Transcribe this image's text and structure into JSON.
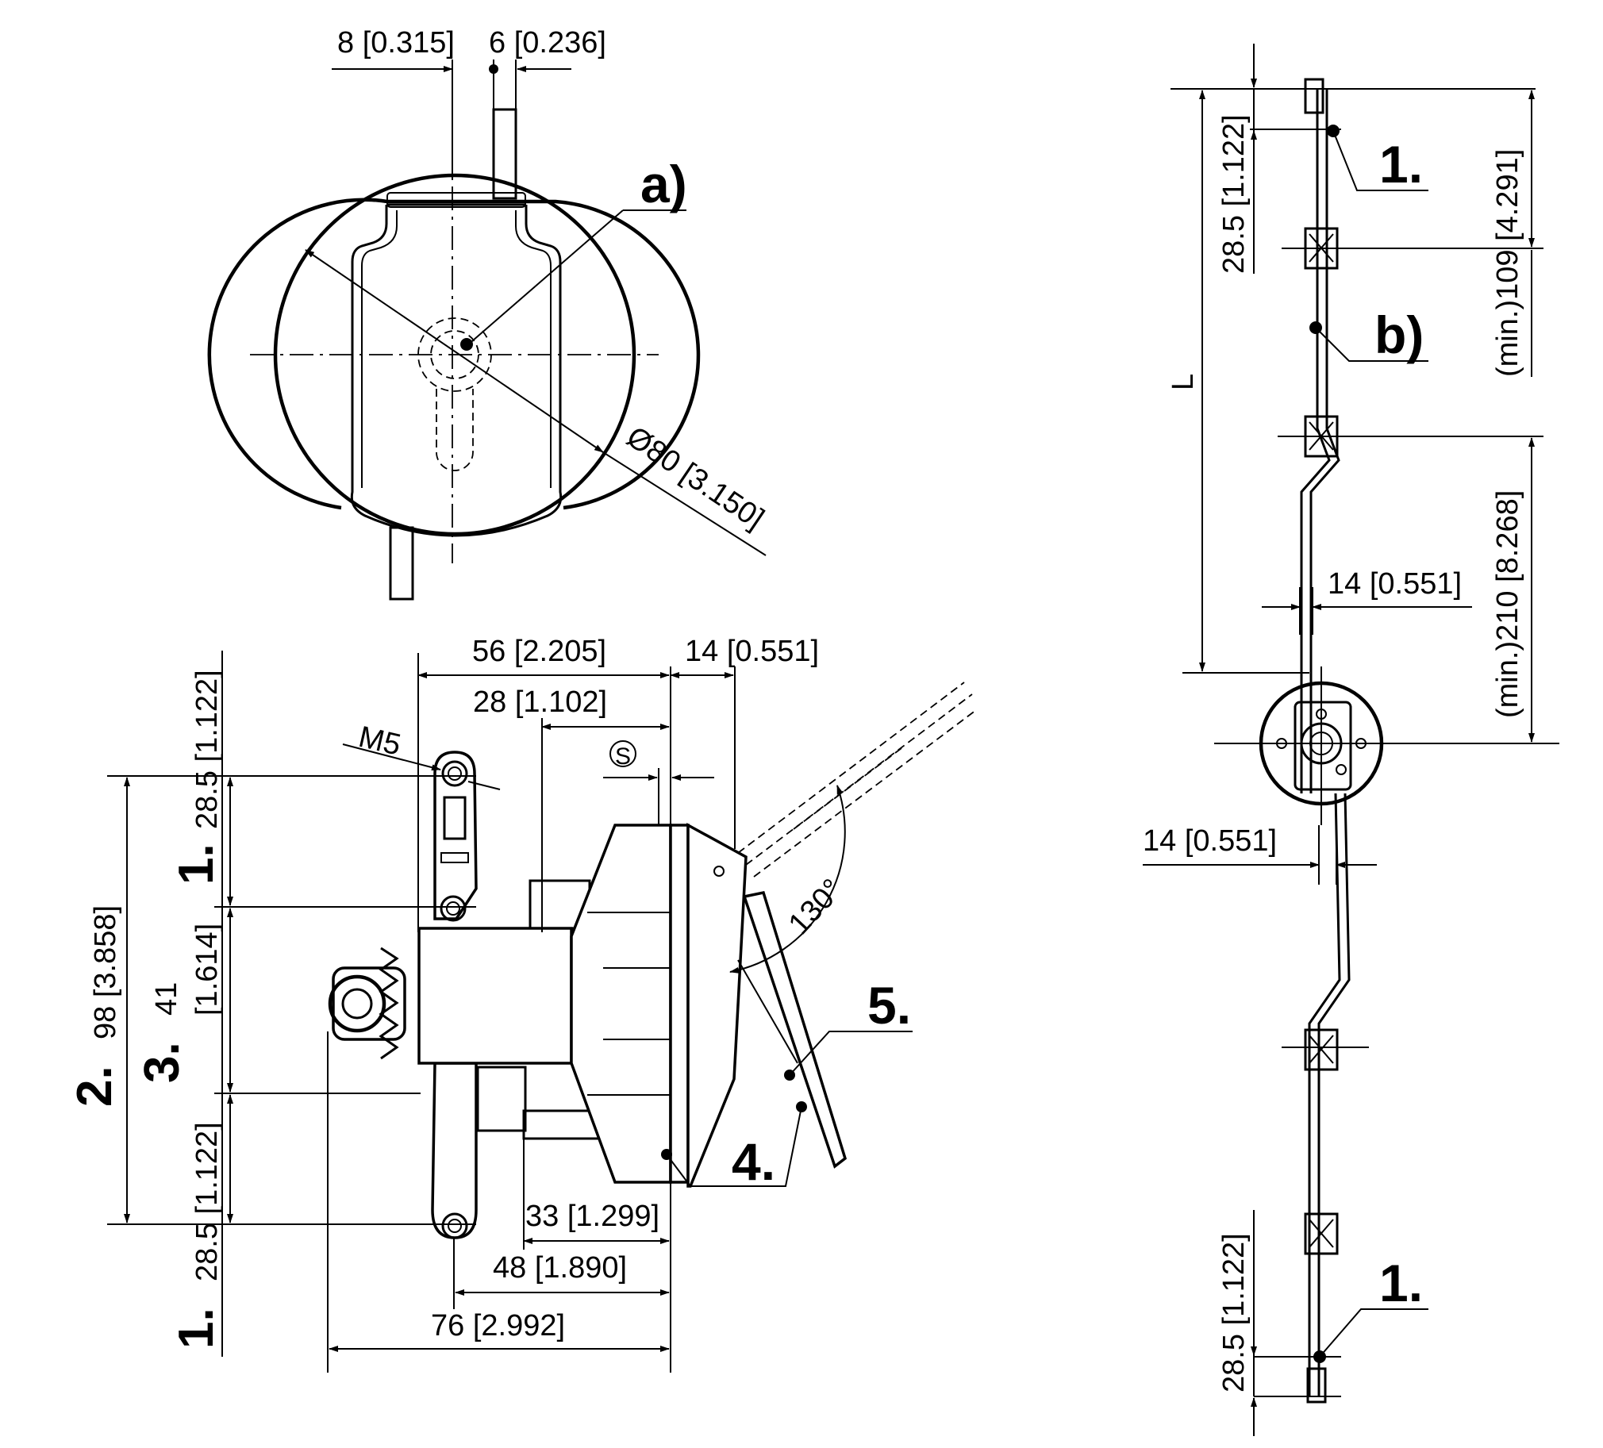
{
  "front_view": {
    "dim_left": "8 [0.315]",
    "dim_right": "6 [0.236]",
    "diameter": "Ø80 [3.150]",
    "callout_a": "a)"
  },
  "side_view": {
    "dim_56": "56 [2.205]",
    "dim_14": "14 [0.551]",
    "dim_28": "28 [1.102]",
    "thread": "M5",
    "symbol_s": "S",
    "angle": "130°",
    "dim_33": "33 [1.299]",
    "dim_48": "48 [1.890]",
    "dim_76": "76 [2.992]",
    "dim_top_285": "28.5 [1.122]",
    "dim_bottom_285": "28.5 [1.122]",
    "dim_98": "98 [3.858]",
    "dim_41": "41",
    "dim_41_inch": "[1.614]",
    "label_1_top": "1.",
    "label_1_bottom": "1.",
    "label_2": "2.",
    "label_3": "3.",
    "label_4": "4.",
    "label_5": "5."
  },
  "rod_view": {
    "dim_top_285": "28.5 [1.122]",
    "dim_109": "(min.)109 [4.291]",
    "dim_L": "L",
    "dim_210": "(min.)210 [8.268]",
    "dim_14_top": "14 [0.551]",
    "dim_14_bottom": "14 [0.551]",
    "dim_bottom_285": "28.5 [1.122]",
    "label_1_top": "1.",
    "label_b": "b)",
    "label_1_bottom": "1."
  }
}
